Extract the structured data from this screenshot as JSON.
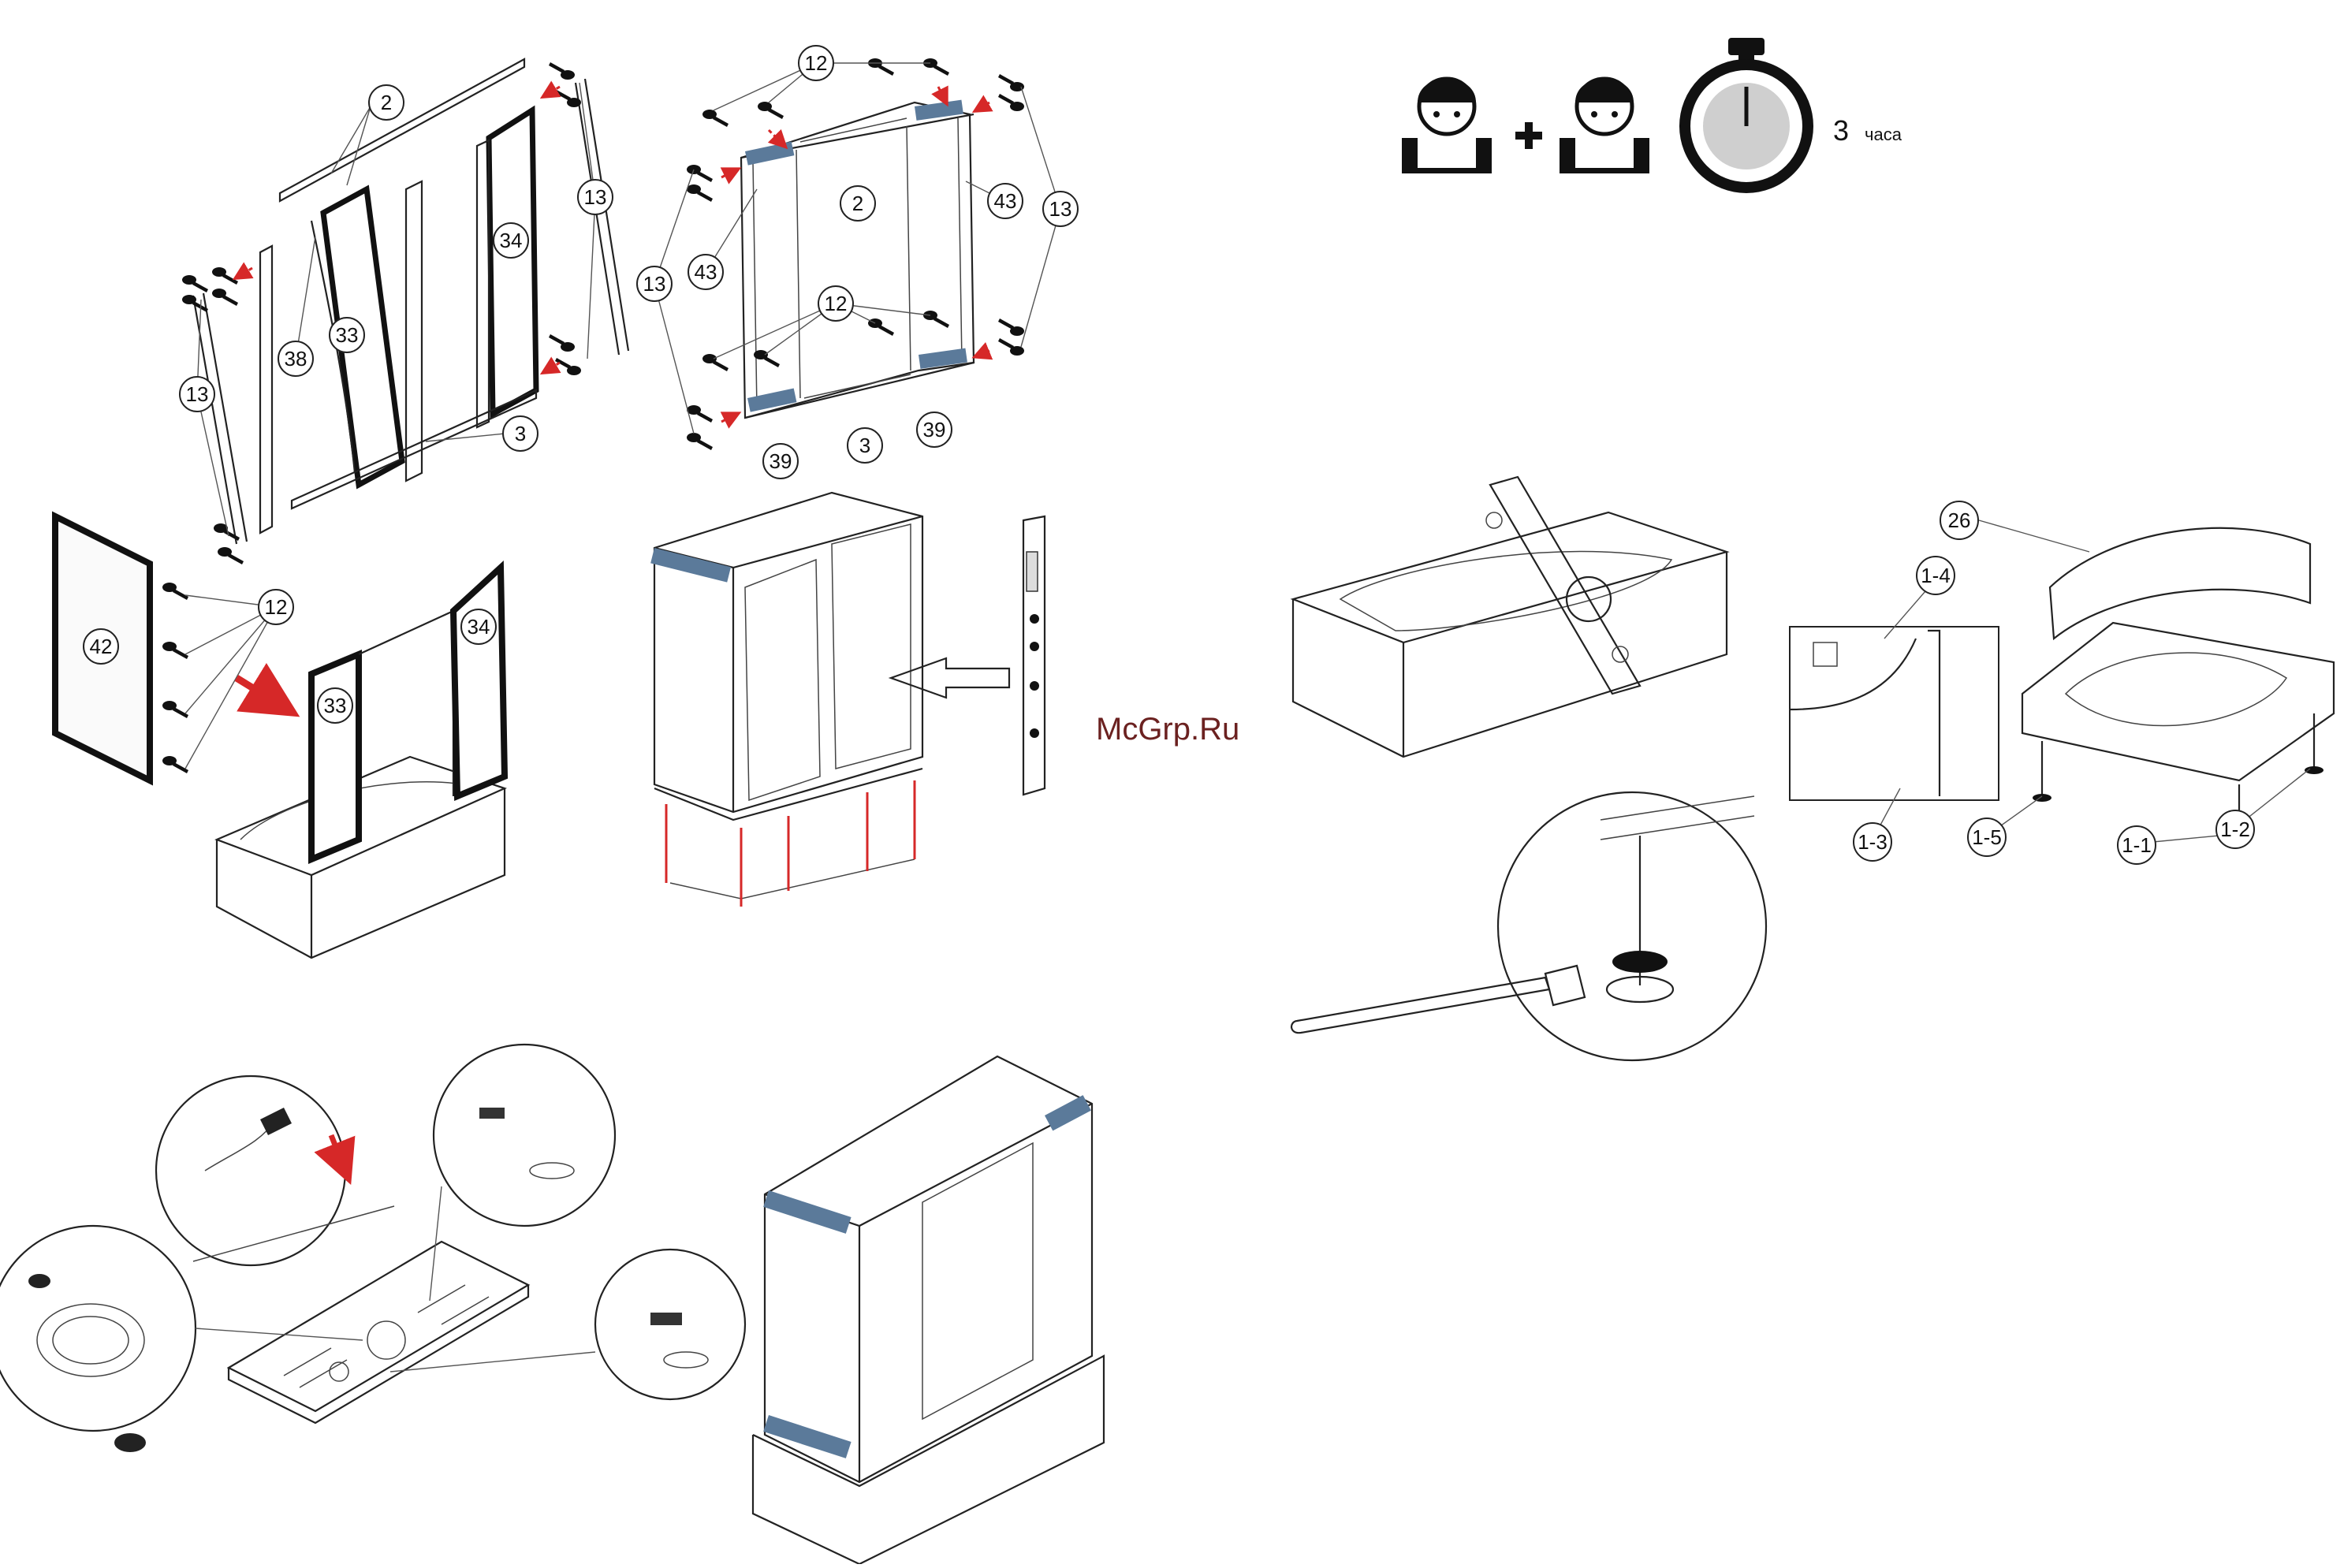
{
  "watermark": "McGrp.Ru",
  "time_estimate": {
    "value": "3",
    "unit": "часа"
  },
  "icons": {
    "worker": "worker-helmet-icon",
    "plus": "plus-icon",
    "stopwatch": "stopwatch-icon",
    "arrow": "red-arrow-icon"
  },
  "colors": {
    "accent_blue": "#5b7a9a",
    "arrow_red": "#d62828",
    "line": "#222222"
  },
  "callouts": {
    "fig1": [
      "2",
      "13",
      "13",
      "38",
      "33",
      "34",
      "3"
    ],
    "fig2": [
      "12",
      "2",
      "43",
      "43",
      "13",
      "13",
      "12",
      "39",
      "39",
      "3"
    ],
    "fig3": [
      "12",
      "42",
      "33",
      "34"
    ],
    "fig_base": [
      "26",
      "1-4",
      "1-3",
      "1-5",
      "1-1",
      "1-2"
    ]
  }
}
